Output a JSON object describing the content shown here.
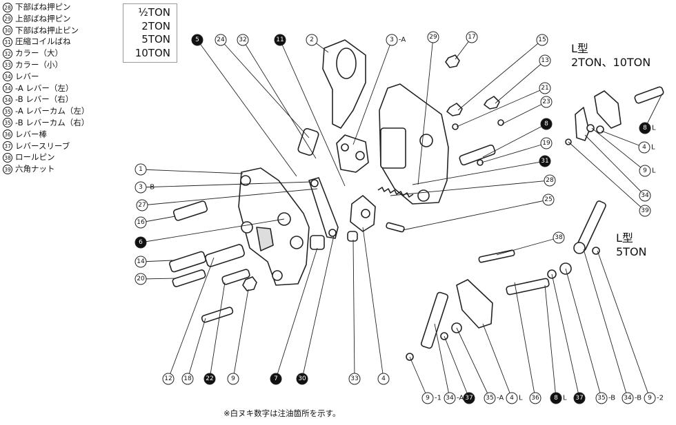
{
  "legend": [
    {
      "num": "28",
      "text": "下部ばね押ピン"
    },
    {
      "num": "29",
      "text": "上部ばね押ピン"
    },
    {
      "num": "30",
      "text": "下部ばね押止ピン"
    },
    {
      "num": "31",
      "text": "圧縮コイルばね"
    },
    {
      "num": "32",
      "text": "カラー（大）"
    },
    {
      "num": "33",
      "text": "カラー（小）"
    },
    {
      "num": "34",
      "text": "レバー"
    },
    {
      "num": "34",
      "text": "-A レバー（左）"
    },
    {
      "num": "34",
      "text": "-B レバー（右）"
    },
    {
      "num": "35",
      "text": "-A レバーカム（左）"
    },
    {
      "num": "35",
      "text": "-B レバーカム（右）"
    },
    {
      "num": "36",
      "text": "レバー棒"
    },
    {
      "num": "37",
      "text": "レバースリーブ"
    },
    {
      "num": "38",
      "text": "ロールピン"
    },
    {
      "num": "39",
      "text": "六角ナット"
    }
  ],
  "capacity": [
    "½TON",
    "2TON",
    "5TON",
    "10TON"
  ],
  "l_type_small": {
    "line1": "L型",
    "line2": "2TON、10TON"
  },
  "l_type_large": {
    "line1": "L型",
    "line2": "5TON"
  },
  "note": "※白ヌキ数字は注油箇所を示す。",
  "callouts": {
    "top": [
      "5",
      "24",
      "32",
      "11",
      "2",
      "3",
      "29",
      "17",
      "15",
      "13",
      "21",
      "23",
      "8",
      "19",
      "31",
      "28",
      "25"
    ],
    "top_suffix_3": "-A",
    "left": [
      "1",
      "3",
      "27",
      "16",
      "6",
      "14",
      "20"
    ],
    "left_suffix_3": "-B",
    "bottom": [
      "12",
      "18",
      "22",
      "9",
      "7",
      "30",
      "33",
      "4"
    ],
    "ltype_right": [
      "8",
      "4",
      "9",
      "34",
      "39"
    ],
    "ltype_right_suffix": "L",
    "ltype5": [
      "38",
      "9",
      "34",
      "35",
      "8",
      "37",
      "36",
      "4",
      "35",
      "37",
      "34",
      "9"
    ],
    "ltype5_labels": [
      "9 -1",
      "34 -A",
      "37",
      "35 -A",
      "4 L",
      "36",
      "8 L",
      "37",
      "35 -B",
      "34 -B",
      "9 -2"
    ]
  }
}
